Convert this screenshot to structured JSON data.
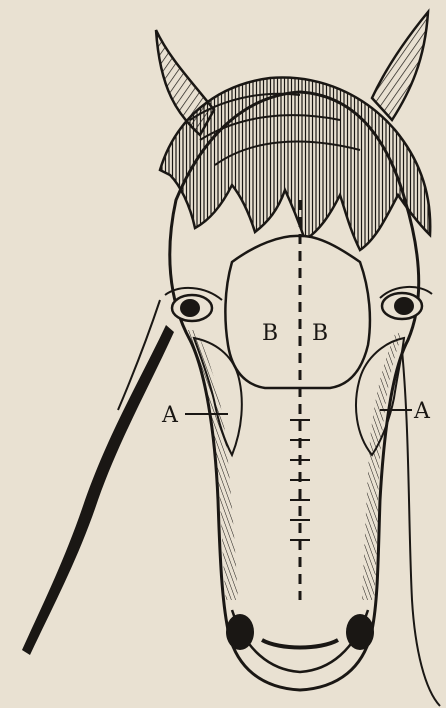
{
  "labels": {
    "region_b_left": "B",
    "region_b_right": "B",
    "region_a_left": "A",
    "region_a_right": "A"
  },
  "colors": {
    "paper": "#e9e1d2",
    "ink": "#1a1714"
  }
}
